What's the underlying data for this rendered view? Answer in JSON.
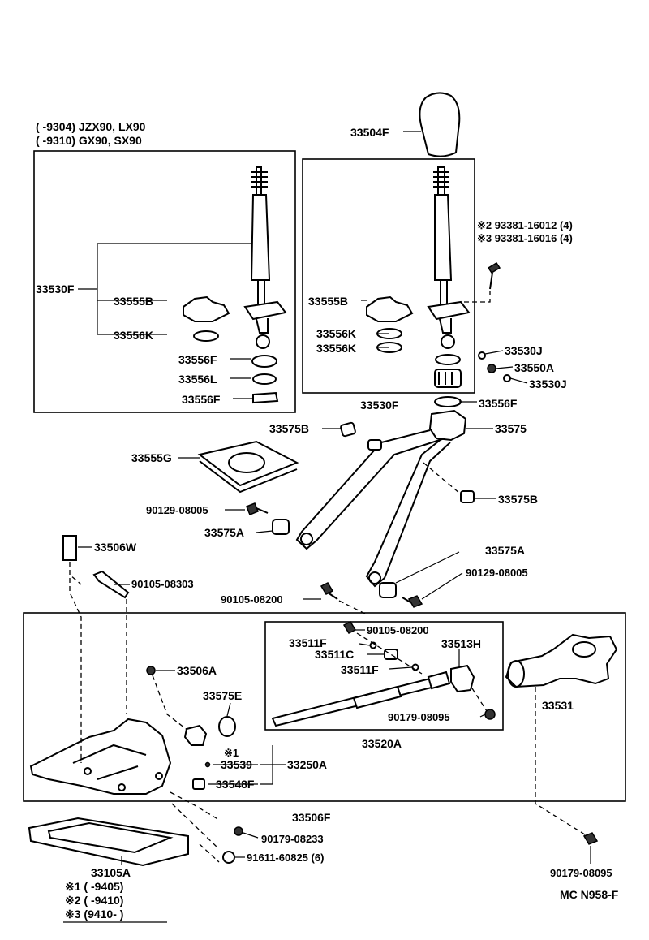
{
  "notes": {
    "top_left_1": "(        -9304) JZX90, LX90",
    "top_left_2": "(        -9310) GX90, SX90",
    "footnote_1": "※1 (        -9405)",
    "footnote_2": "※2 (        -9410)",
    "footnote_3": "※3 (9410-        )",
    "ref_code": "MC N958-F"
  },
  "parts": {
    "p33504F": "33504F",
    "p33530F_left": "33530F",
    "p33555B_left": "33555B",
    "p33556K_left": "33556K",
    "p33556F_left": "33556F",
    "p33556L": "33556L",
    "p33556F_left2": "33556F",
    "p93381_2": "※2 93381-16012 (4)",
    "p93381_3": "※3 93381-16016 (4)",
    "p33555B_right": "33555B",
    "p33556K_r1": "33556K",
    "p33556K_r2": "33556K",
    "p33530J_1": "33530J",
    "p33550A": "33550A",
    "p33530J_2": "33530J",
    "p33530F_right": "33530F",
    "p33556F_right": "33556F",
    "p33575B_1": "33575B",
    "p33575": "33575",
    "p33555G": "33555G",
    "p33575B_2": "33575B",
    "p90129_1": "90129-08005",
    "p33575A_1": "33575A",
    "p33506W": "33506W",
    "p33575A_2": "33575A",
    "p90129_2": "90129-08005",
    "p90105_08303": "90105-08303",
    "p90105_08200_a": "90105-08200",
    "p90105_08200_b": "90105-08200",
    "p33511F_1": "33511F",
    "p33511C": "33511C",
    "p33513H": "33513H",
    "p33511F_2": "33511F",
    "p33506A": "33506A",
    "p33575E": "33575E",
    "p33531": "33531",
    "p90179_08095_a": "90179-08095",
    "p33520A": "33520A",
    "p33539_mark": "※1",
    "p33539": "33539",
    "p33250A": "33250A",
    "p33548F": "33548F",
    "p33506F": "33506F",
    "p90179_08233": "90179-08233",
    "p33105A": "33105A",
    "p91611": "91611-60825 (6)",
    "p90179_08095_b": "90179-08095"
  }
}
